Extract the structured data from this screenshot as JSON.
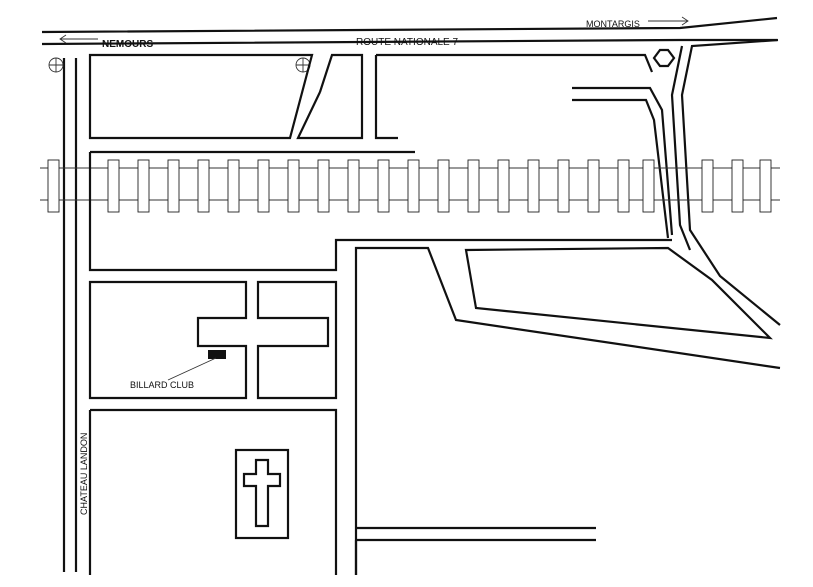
{
  "labels": {
    "montargis": "MONTARGIS",
    "nemours": "NEMOURS",
    "route": "ROUTE NATIONALE 7",
    "billard": "BILLARD CLUB",
    "chateau": "CHATEAU LANDON"
  },
  "icons": {
    "crosshair": "crosshair-marker-icon",
    "hexagon": "hexagon-roundabout-icon",
    "cross": "cemetery-cross-icon",
    "arrow": "direction-arrow-icon"
  },
  "colors": {
    "ink": "#111111",
    "paper": "#ffffff",
    "building": "#111111"
  }
}
